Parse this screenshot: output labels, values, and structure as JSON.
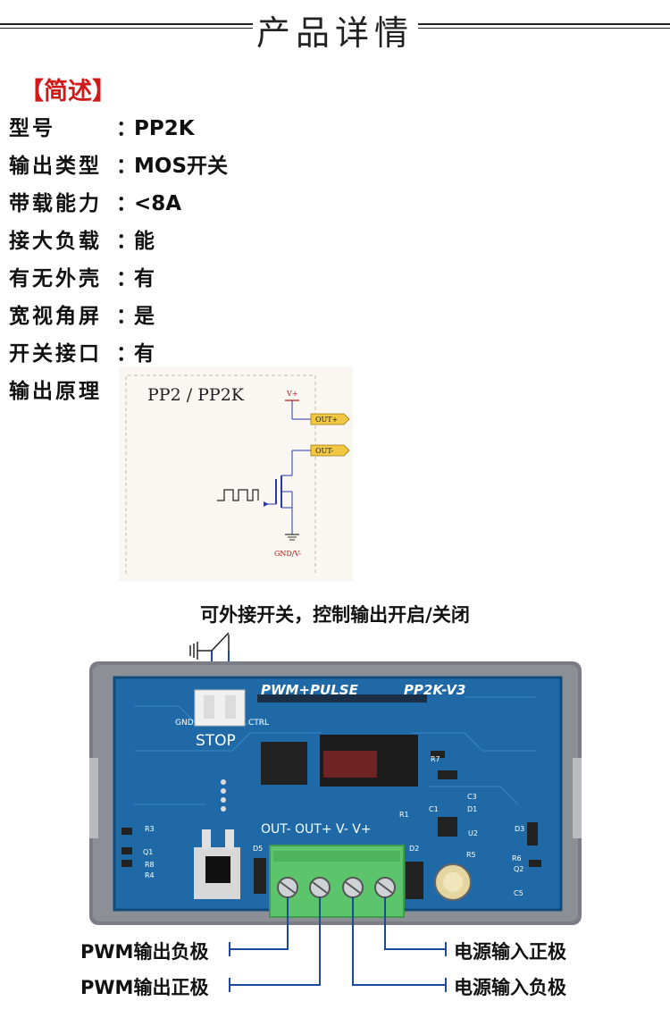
{
  "header": {
    "title": "产品详情"
  },
  "section": {
    "label": "【简述】"
  },
  "specs": [
    {
      "key": "型号",
      "colon": "：",
      "value": "PP2K"
    },
    {
      "key": "输出类型",
      "colon": "：",
      "value": "MOS开关"
    },
    {
      "key": "带载能力",
      "colon": "：",
      "value": "<8A"
    },
    {
      "key": "接大负载",
      "colon": "：",
      "value": "能"
    },
    {
      "key": "有无外壳",
      "colon": "：",
      "value": "有"
    },
    {
      "key": "宽视角屏",
      "colon": "：",
      "value": "是"
    },
    {
      "key": "开关接口",
      "colon": "：",
      "value": "有"
    },
    {
      "key": "输出原理",
      "colon": "：",
      "value": ""
    }
  ],
  "schematic": {
    "title": "PP2 / PP2K",
    "vplus": "V+",
    "out_plus": "OUT+",
    "out_minus": "OUT-",
    "gnd": "GND/V-"
  },
  "board": {
    "caption": "可外接开关，控制输出开启/关闭",
    "silk_pwm": "PWM+PULSE",
    "silk_model": "PP2K-V3",
    "gnd": "GND",
    "ctrl": "CTRL",
    "stop": "STOP",
    "terminals": "OUT- OUT+ V- V+",
    "refs": [
      "R3",
      "Q1",
      "R8",
      "R4",
      "D5",
      "R7",
      "C3",
      "D1",
      "R1",
      "C1",
      "D2",
      "U2",
      "R5",
      "D3",
      "R6",
      "Q2",
      "C5"
    ]
  },
  "callouts": {
    "pwm_neg": "PWM输出负极",
    "pwm_pos": "PWM输出正极",
    "pwr_pos": "电源输入正极",
    "pwr_neg": "电源输入负极"
  },
  "colors": {
    "accent_red": "#d01919",
    "pcb_blue": "#1f6aa6",
    "terminal_green": "#5cc46a",
    "callout_blue": "#1b4a9c"
  }
}
